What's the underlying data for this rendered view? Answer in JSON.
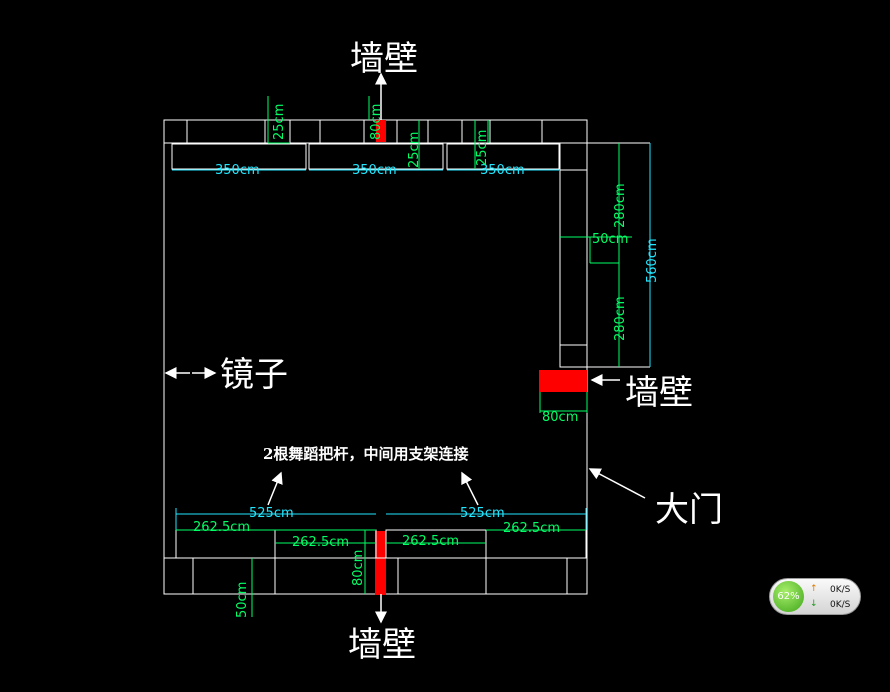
{
  "labels": {
    "wall_top": "墙壁",
    "wall_right": "墙壁",
    "wall_bottom": "墙壁",
    "mirror": "镜子",
    "door": "大门",
    "note": "2根舞蹈把杆，中间用支架连接"
  },
  "dimensions": {
    "top_bar_1": "350cm",
    "top_bar_2": "350cm",
    "top_bar_3": "350cm",
    "top_offset_1": "25cm",
    "top_offset_2": "80cm",
    "top_offset_3": "25cm",
    "top_offset_4": "25cm",
    "right_upper": "280cm",
    "right_lower": "280cm",
    "right_total": "560cm",
    "right_width": "50cm",
    "right_column": "80cm",
    "bottom_left_total": "525cm",
    "bottom_right_total": "525cm",
    "bottom_seg_1": "262.5cm",
    "bottom_seg_2": "262.5cm",
    "bottom_seg_3": "262.5cm",
    "bottom_seg_4": "262.5cm",
    "bottom_offset": "50cm",
    "bottom_column": "80cm"
  },
  "colors": {
    "background": "#000000",
    "outline": "#ffffff",
    "dimension_green": "#00ff66",
    "dimension_cyan": "#22e6ff",
    "pillar": "#ff0000"
  },
  "widget": {
    "percent": "62%",
    "upload": "0K/S",
    "download": "0K/S",
    "upload_icon": "arrow-up-icon",
    "download_icon": "arrow-down-icon"
  }
}
